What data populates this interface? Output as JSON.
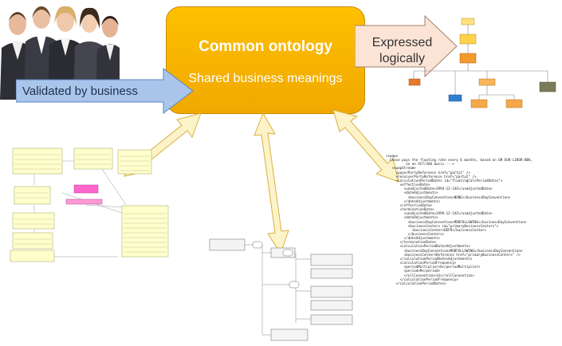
{
  "center": {
    "title": "Common ontology",
    "subtitle": "Shared business meanings",
    "fill": "#ffc000"
  },
  "validated": {
    "label": "Validated by business",
    "fill": "#a9c5ea"
  },
  "expressed": {
    "label_line1": "Expressed",
    "label_line2": "logically",
    "fill": "#fbe4d5"
  },
  "code": {
    "lines": [
      "<swap>",
      "- Chase pays the floating rate every 6 months, based on 6M EUR-LIBOR-BBA,",
      "          on an ACT/360 basis --->",
      "   <swapStream>",
      "     <payerPartyReference href=\"party1\" />",
      "     <receiverPartyReference href=\"party2\" />",
      "     <calculationPeriodDates id=\"floatingCalcPeriodDates\">",
      "       <effectiveDate>",
      "         <unadjustedDate>1994-12-14Z</unadjustedDate>",
      "         <dateAdjustments>",
      "           <businessDayConvention>NONE</businessDayConvention>",
      "         </dateAdjustments>",
      "       </effectiveDate>",
      "       <terminationDate>",
      "         <unadjustedDate>1999-12-14Z</unadjustedDate>",
      "         <dateAdjustments>",
      "           <businessDayConvention>MODFOLLOWING</businessDayConvention>",
      "           <businessCenters id=\"primaryBusinessCenters\">",
      "             <businessCenter>DEFR</businessCenter>",
      "           </businessCenters>",
      "         </dateAdjustments>",
      "       </terminationDate>",
      "       <calculationPeriodDatesAdjustments>",
      "         <businessDayConvention>MODFOLLOWING</businessDayConvention>",
      "         <businessCentersReference href=\"primaryBusinessCenters\" />",
      "       </calculationPeriodDatesAdjustments>",
      "       <calculationPeriodFrequency>",
      "         <periodMultiplier>6</periodMultiplier>",
      "         <period>M</period>",
      "         <rollConvention>14</rollConvention>",
      "       </calculationPeriodFrequency>",
      "     </calculationPeriodDates>"
    ]
  }
}
